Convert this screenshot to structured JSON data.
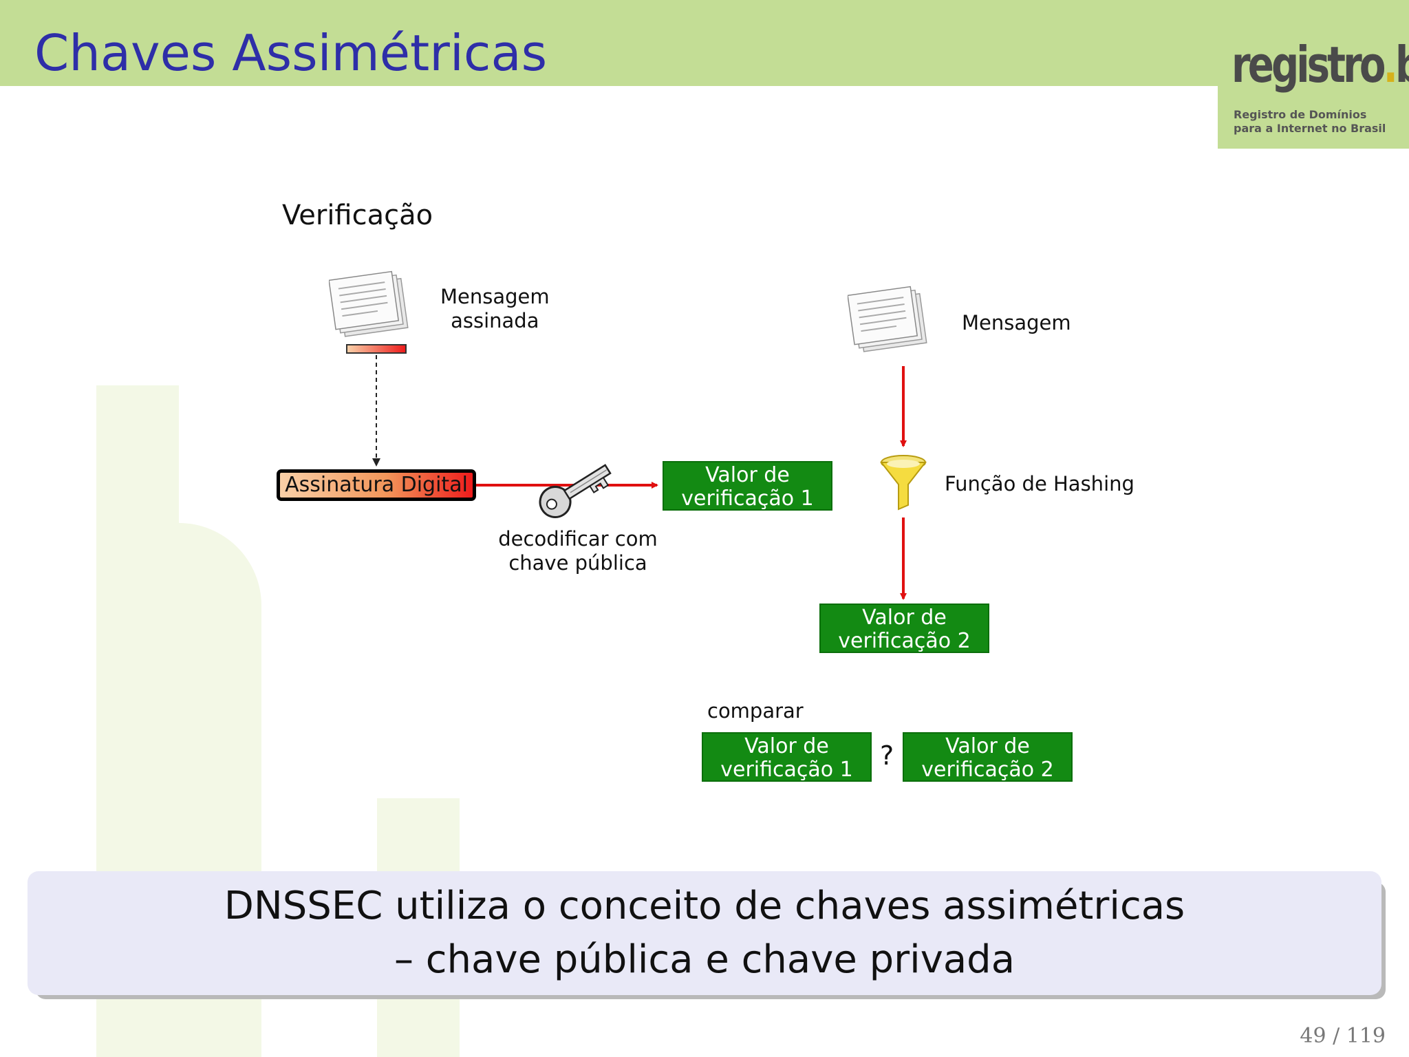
{
  "header": {
    "title": "Chaves Assimétricas",
    "logo": {
      "word": "registro",
      "dot": ".",
      "suffix": "br",
      "subtitle_line1": "Registro de Domínios",
      "subtitle_line2": "para a Internet no Brasil"
    }
  },
  "diagram": {
    "heading": "Verificação",
    "signed_message_label_1": "Mensagem",
    "signed_message_label_2": "assinada",
    "message_label": "Mensagem",
    "digital_signature": "Assinatura Digital",
    "decode_label_1": "decodificar com",
    "decode_label_2": "chave pública",
    "hash_function_label": "Função de Hashing",
    "value1_line1": "Valor de",
    "value1_line2": "verificação 1",
    "value2_line1": "Valor de",
    "value2_line2": "verificação 2",
    "compare_label": "comparar",
    "question_mark": "?"
  },
  "banner": {
    "line1": "DNSSEC utiliza o conceito de chaves assimétricas",
    "line2": "– chave pública e chave privada"
  },
  "footer": {
    "page": "49 / 119"
  },
  "colors": {
    "header_green": "#c3dd95",
    "title_blue": "#2e2ea8",
    "box_green": "#138a13",
    "arrow_red": "#e01010",
    "banner_bg": "#e9e9f7"
  }
}
